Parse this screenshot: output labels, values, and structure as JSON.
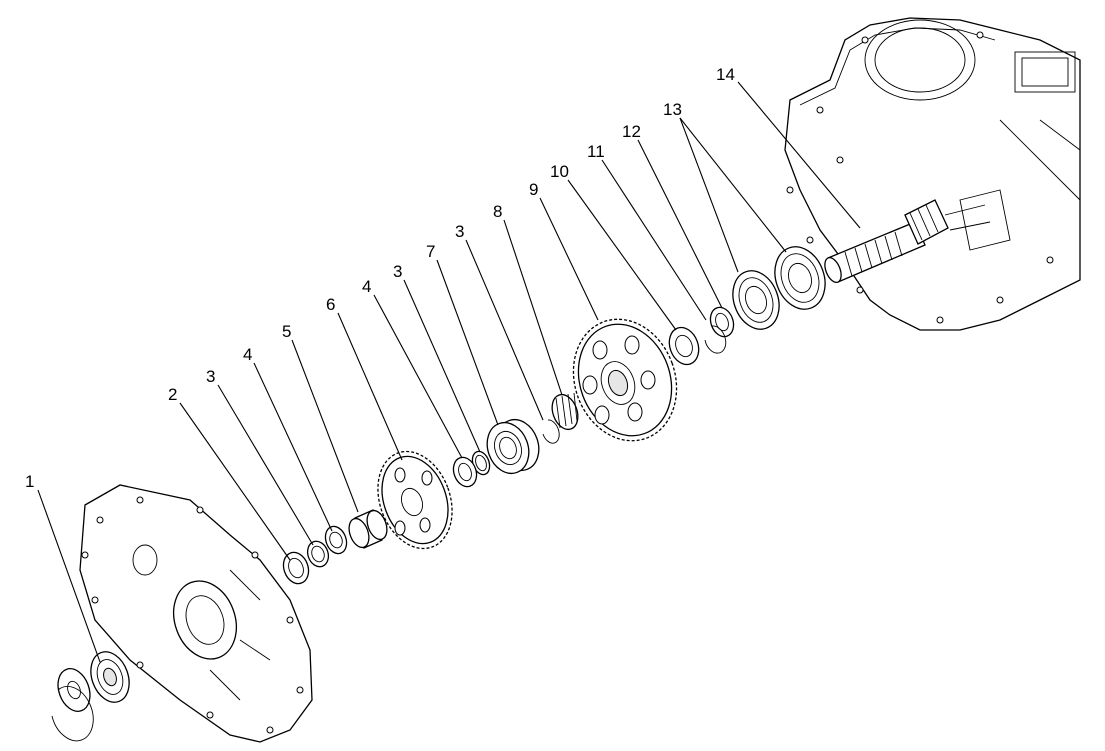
{
  "diagram": {
    "callouts": [
      {
        "id": "c1",
        "label": "1"
      },
      {
        "id": "c2",
        "label": "2"
      },
      {
        "id": "c3a",
        "label": "3"
      },
      {
        "id": "c4a",
        "label": "4"
      },
      {
        "id": "c5",
        "label": "5"
      },
      {
        "id": "c6",
        "label": "6"
      },
      {
        "id": "c4b",
        "label": "4"
      },
      {
        "id": "c3b",
        "label": "3"
      },
      {
        "id": "c7",
        "label": "7"
      },
      {
        "id": "c3c",
        "label": "3"
      },
      {
        "id": "c8",
        "label": "8"
      },
      {
        "id": "c9",
        "label": "9"
      },
      {
        "id": "c10",
        "label": "10"
      },
      {
        "id": "c11",
        "label": "11"
      },
      {
        "id": "c12",
        "label": "12"
      },
      {
        "id": "c13",
        "label": "13"
      },
      {
        "id": "c14",
        "label": "14"
      }
    ]
  }
}
